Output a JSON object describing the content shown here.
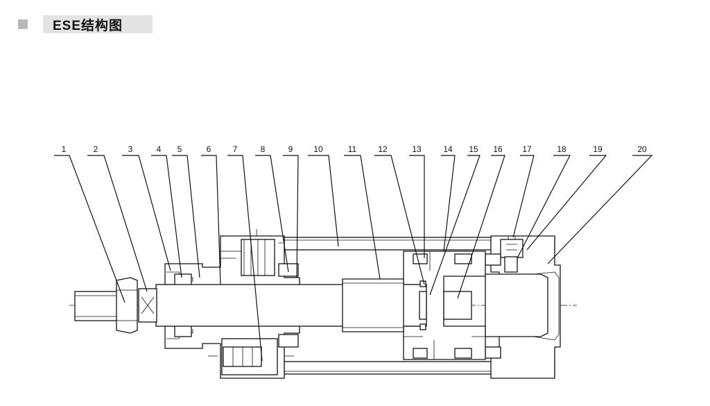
{
  "header": {
    "title": "ESE结构图",
    "accent_color": "#b9b9b9",
    "band_color": "#e3e3e3"
  },
  "callouts": [
    "1",
    "2",
    "3",
    "4",
    "5",
    "6",
    "7",
    "8",
    "9",
    "10",
    "11",
    "12",
    "13",
    "14",
    "15",
    "16",
    "17",
    "18",
    "19",
    "20"
  ]
}
